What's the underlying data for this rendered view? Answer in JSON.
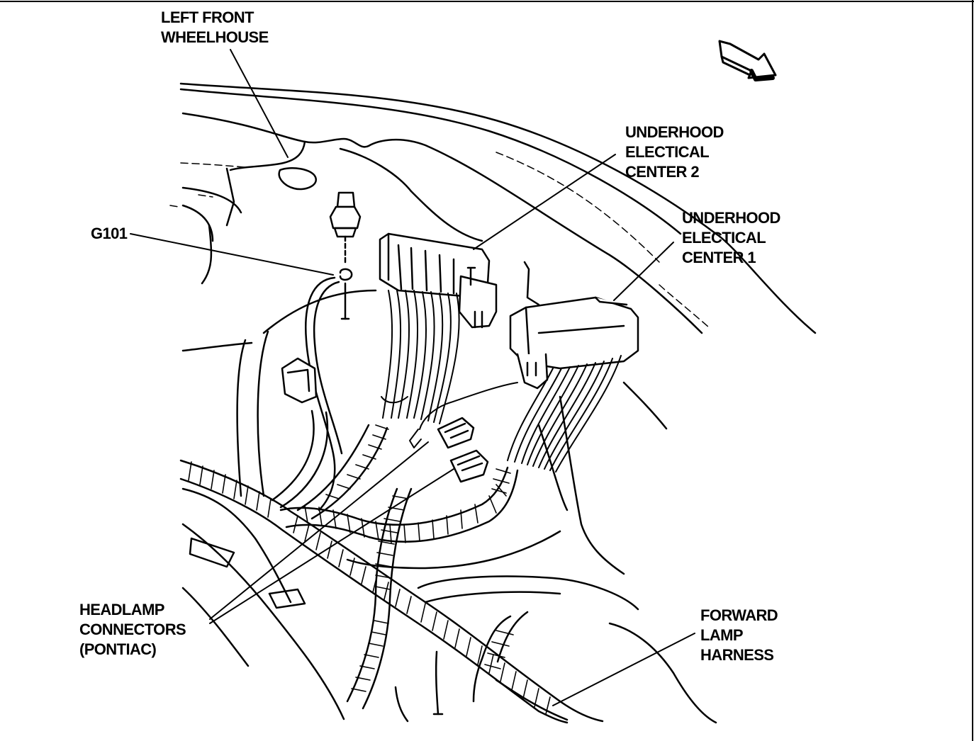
{
  "labels": {
    "left_front_wheelhouse": [
      "LEFT FRONT",
      "WHEELHOUSE"
    ],
    "underhood_center_2": [
      "UNDERHOOD",
      "ELECTICAL",
      "CENTER 2"
    ],
    "underhood_center_1": [
      "UNDERHOOD",
      "ELECTICAL",
      "CENTER 1"
    ],
    "ground": "G101",
    "headlamp_connectors": [
      "HEADLAMP",
      "CONNECTORS",
      "(PONTIAC)"
    ],
    "forward_lamp_harness": [
      "FORWARD",
      "LAMP",
      "HARNESS"
    ]
  },
  "icons": {
    "direction_arrow": "forward-direction-arrow-icon"
  }
}
